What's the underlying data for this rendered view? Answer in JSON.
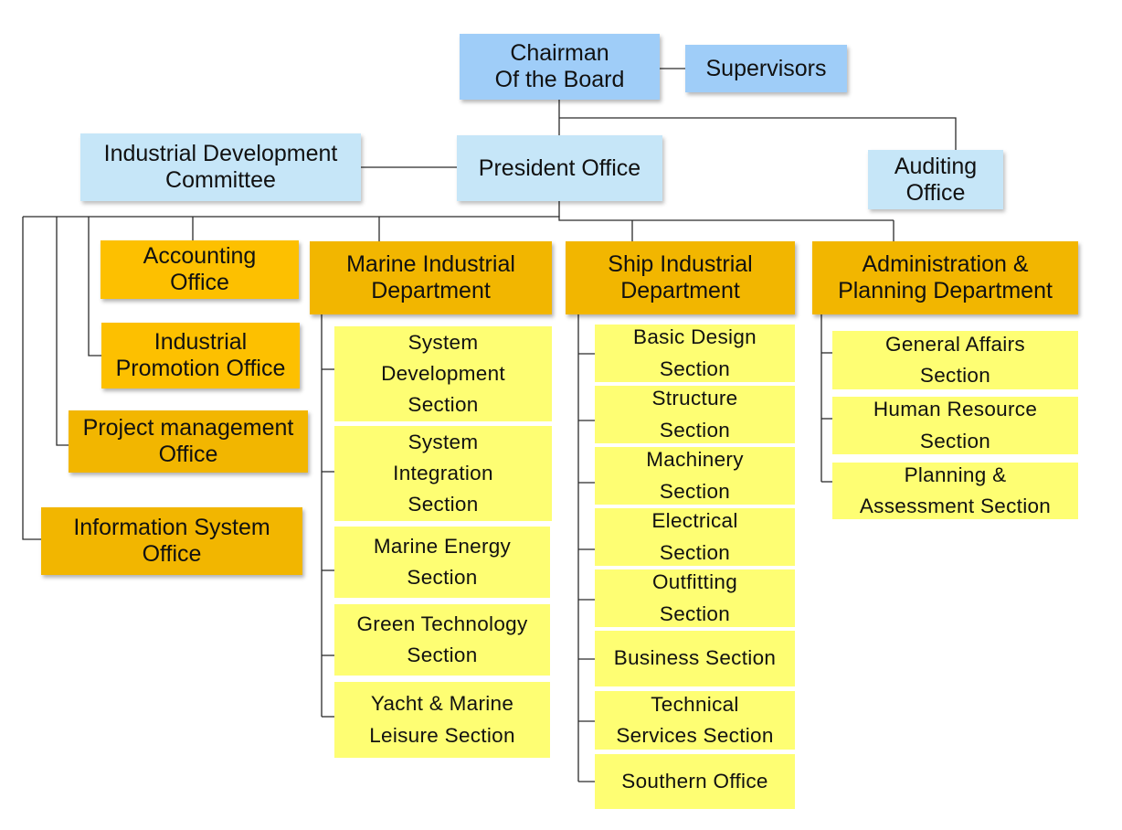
{
  "colors": {
    "top": "#9fcdf8",
    "light_blue": "#c6e6f8",
    "department": "#f2b600",
    "office": "#fdc000",
    "section": "#fefe73",
    "line": "#2b2b2b"
  },
  "top": {
    "chairman": "Chairman\nOf the Board",
    "supervisors": "Supervisors"
  },
  "second": {
    "committee": "Industrial Development\nCommittee",
    "president": "President Office",
    "auditing": "Auditing\nOffice"
  },
  "offices": {
    "accounting": "Accounting\nOffice",
    "promotion": "Industrial\nPromotion Office",
    "project": "Project management\nOffice",
    "information": "Information System\nOffice"
  },
  "departments": {
    "marine": {
      "name": "Marine Industrial\nDepartment",
      "sections": [
        "System\nDevelopment\nSection",
        "System\nIntegration\nSection",
        "Marine Energy\nSection",
        "Green Technology\nSection",
        "Yacht & Marine\nLeisure Section"
      ]
    },
    "ship": {
      "name": "Ship Industrial\nDepartment",
      "sections": [
        "Basic Design\nSection",
        "Structure\nSection",
        "Machinery\nSection",
        "Electrical\nSection",
        "Outfitting\nSection",
        "Business Section",
        "Technical\nServices Section",
        "Southern Office"
      ]
    },
    "admin": {
      "name": "Administration &\nPlanning Department",
      "sections": [
        "General Affairs\nSection",
        "Human Resource\nSection",
        "Planning &\nAssessment Section"
      ]
    }
  }
}
